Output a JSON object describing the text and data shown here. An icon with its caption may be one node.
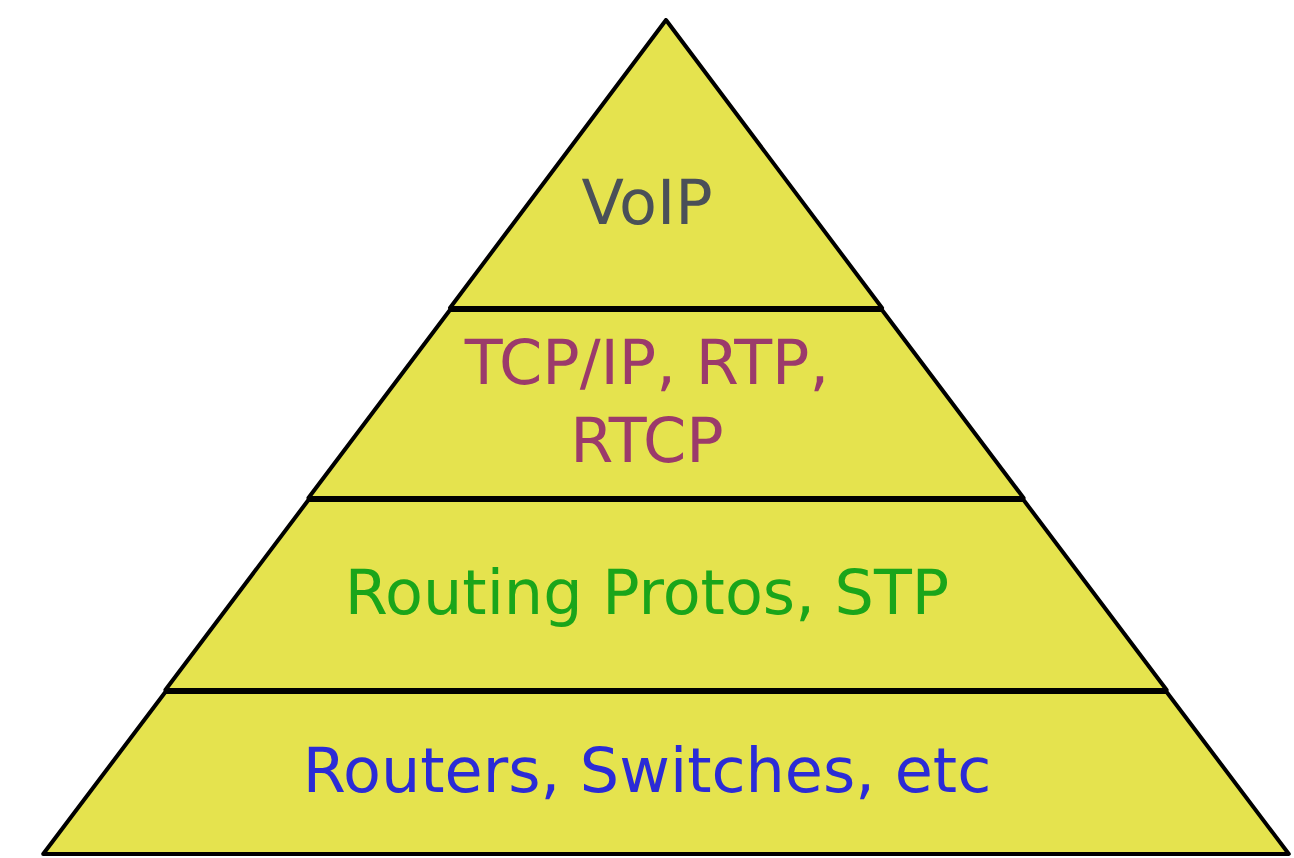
{
  "diagram": {
    "nodes": [
      {
        "text": [
          "VoIP"
        ]
      },
      {
        "text": [
          "TCP/IP, RTP, RTCP"
        ]
      },
      {
        "text": [
          "Routing Protos, STP"
        ]
      },
      {
        "text": [
          "Routers, Switches, etc"
        ]
      }
    ]
  }
}
